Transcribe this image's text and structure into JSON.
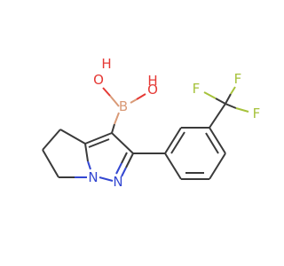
{
  "atoms": {
    "boron": {
      "label": "B",
      "color": "#d99a77"
    },
    "oxygen_left": {
      "label": "O",
      "color": "#e53935"
    },
    "hydrogen_left": {
      "label": "H",
      "color": "#e53935"
    },
    "oxygen_right": {
      "label": "O",
      "color": "#e53935"
    },
    "hydrogen_right": {
      "label": "H",
      "color": "#e53935"
    },
    "nitrogen_bridge": {
      "label": "N",
      "color": "#3347d1"
    },
    "nitrogen_ring": {
      "label": "N",
      "color": "#3347d1"
    },
    "fluorine_top": {
      "label": "F",
      "color": "#a6c23b"
    },
    "fluorine_left": {
      "label": "F",
      "color": "#a6c23b"
    },
    "fluorine_right": {
      "label": "F",
      "color": "#a6c23b"
    }
  },
  "colors": {
    "carbon_bond": "#3a3a3a",
    "background": "#ffffff"
  }
}
